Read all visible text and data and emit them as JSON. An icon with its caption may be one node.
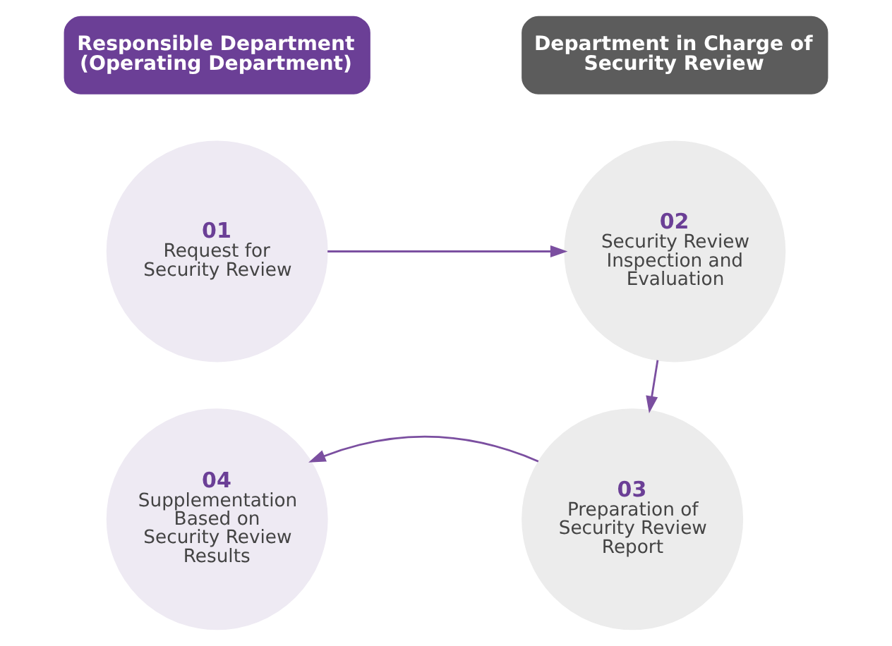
{
  "diagram": {
    "nodes": [
      {
        "text": [
          "Responsible Department (Operating Department)"
        ]
      },
      {
        "text": [
          "Department in Charge of Security Review"
        ]
      },
      {
        "text": [
          "01",
          "Request for Security Review"
        ]
      },
      {
        "text": [
          "02",
          "Security Review Inspection and Evaluation"
        ]
      },
      {
        "text": [
          "03",
          "Preparation of Security Review Report"
        ]
      },
      {
        "text": [
          "04",
          "Supplementation Based on Security Review Results"
        ]
      }
    ],
    "edges": [
      {
        "from": 2,
        "to": 3,
        "arrow": "to"
      },
      {
        "from": 3,
        "to": 4,
        "arrow": "to"
      },
      {
        "from": 4,
        "to": 5,
        "arrow": "to"
      }
    ]
  }
}
